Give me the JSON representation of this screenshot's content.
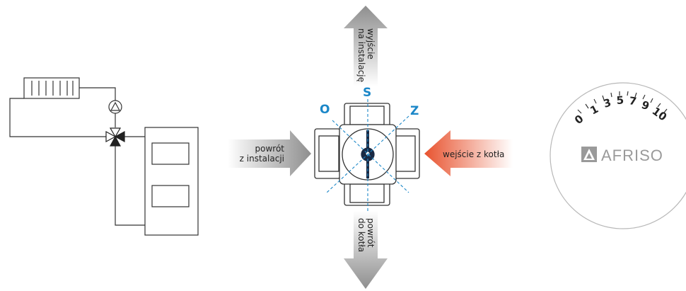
{
  "flow_labels": {
    "top_line1": "wyjście",
    "top_line2": "na instalację",
    "left_line1": "powrót",
    "left_line2": "z instalacji",
    "right": "wejście z kotła",
    "bottom_line1": "powrót",
    "bottom_line2": "do kotła"
  },
  "directions": {
    "s": "S",
    "o": "O",
    "z": "Z"
  },
  "dial": {
    "numbers": [
      "0",
      "1",
      "3",
      "5",
      "7",
      "9",
      "10"
    ],
    "brand": "AFRISO"
  },
  "colors": {
    "arrow_gray": "#8c8c8c",
    "arrow_orange": "#e8532f",
    "axis_blue": "#1b87c8",
    "line": "#333333"
  }
}
